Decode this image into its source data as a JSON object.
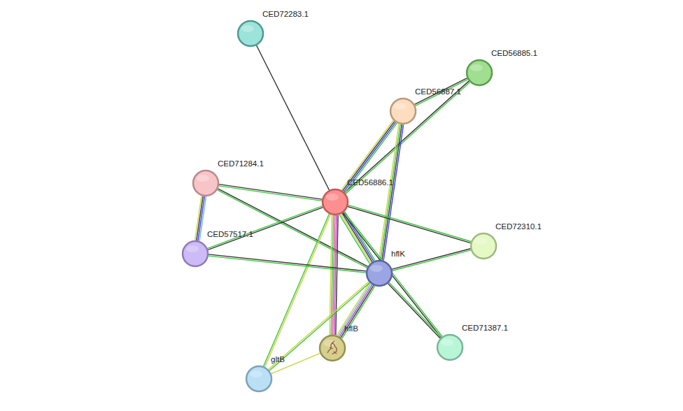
{
  "diagram": {
    "nodes": [
      {
        "text": [
          "CED72283.1"
        ]
      },
      {
        "text": [
          "CED56885.1"
        ]
      },
      {
        "text": [
          "CED56887.1"
        ]
      },
      {
        "text": [
          "CED71284.1"
        ]
      },
      {
        "text": [
          "CED56886.1"
        ]
      },
      {
        "text": [
          "CED57517.1"
        ]
      },
      {
        "text": [
          "CED72310.1"
        ]
      },
      {
        "text": [
          "hflK"
        ]
      },
      {
        "text": [
          "CED71387.1"
        ]
      },
      {
        "text": [
          "hflB"
        ]
      },
      {
        "text": [
          "gltB"
        ]
      }
    ],
    "edges": [
      {
        "from": 0,
        "to": 4,
        "arrow": "none"
      },
      {
        "from": 1,
        "to": 2,
        "arrow": "none"
      },
      {
        "from": 1,
        "to": 4,
        "arrow": "none"
      },
      {
        "from": 2,
        "to": 4,
        "arrow": "none"
      },
      {
        "from": 2,
        "to": 7,
        "arrow": "none"
      },
      {
        "from": 3,
        "to": 4,
        "arrow": "none"
      },
      {
        "from": 3,
        "to": 5,
        "arrow": "none"
      },
      {
        "from": 3,
        "to": 7,
        "arrow": "none"
      },
      {
        "from": 4,
        "to": 5,
        "arrow": "none"
      },
      {
        "from": 4,
        "to": 6,
        "arrow": "none"
      },
      {
        "from": 4,
        "to": 7,
        "arrow": "none"
      },
      {
        "from": 4,
        "to": 8,
        "arrow": "none"
      },
      {
        "from": 4,
        "to": 9,
        "arrow": "none"
      },
      {
        "from": 4,
        "to": 10,
        "arrow": "none"
      },
      {
        "from": 5,
        "to": 7,
        "arrow": "none"
      },
      {
        "from": 6,
        "to": 7,
        "arrow": "none"
      },
      {
        "from": 7,
        "to": 8,
        "arrow": "none"
      },
      {
        "from": 7,
        "to": 9,
        "arrow": "none"
      },
      {
        "from": 7,
        "to": 10,
        "arrow": "none"
      },
      {
        "from": 9,
        "to": 10,
        "arrow": "none"
      }
    ]
  }
}
